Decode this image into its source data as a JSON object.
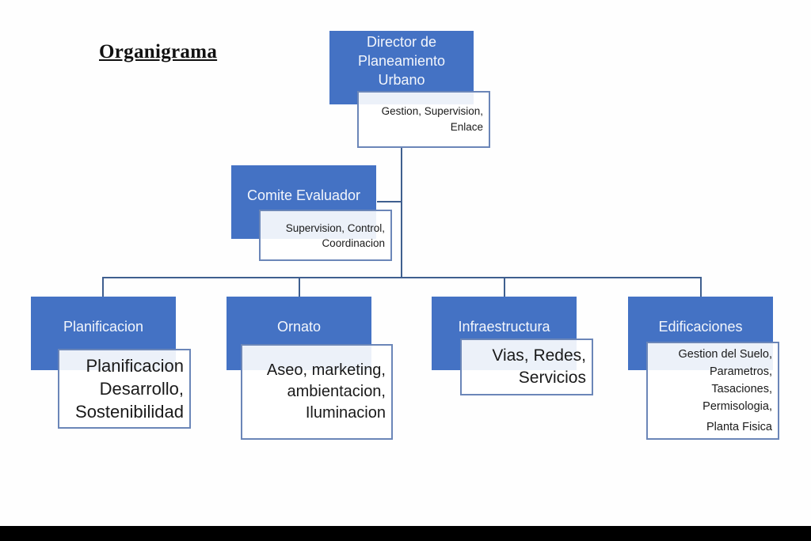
{
  "title": "Organigrama",
  "director": {
    "name_lines": [
      "Director de",
      "Planeamiento",
      "Urbano"
    ],
    "duties_lines": [
      "Gestion, Supervision,",
      "Enlace"
    ]
  },
  "committee": {
    "name": "Comite Evaluador",
    "duties_lines": [
      "Supervision, Control,",
      "Coordinacion"
    ]
  },
  "departments": [
    {
      "name": "Planificacion",
      "duties_lines": [
        "Planificacion",
        "Desarrollo,",
        "Sostenibilidad"
      ]
    },
    {
      "name": "Ornato",
      "duties_lines": [
        "Aseo, marketing,",
        "ambientacion,",
        "Iluminacion"
      ]
    },
    {
      "name": "Infraestructura",
      "duties_lines": [
        "Vias, Redes,",
        "Servicios"
      ]
    },
    {
      "name": "Edificaciones",
      "duties_lines": [
        "Gestion del Suelo,",
        "Parametros,",
        "Tasaciones,",
        "Permisologia,",
        "Planta Fisica"
      ]
    }
  ],
  "colors": {
    "box_blue": "#4472c4",
    "line": "#3f5f8f"
  }
}
